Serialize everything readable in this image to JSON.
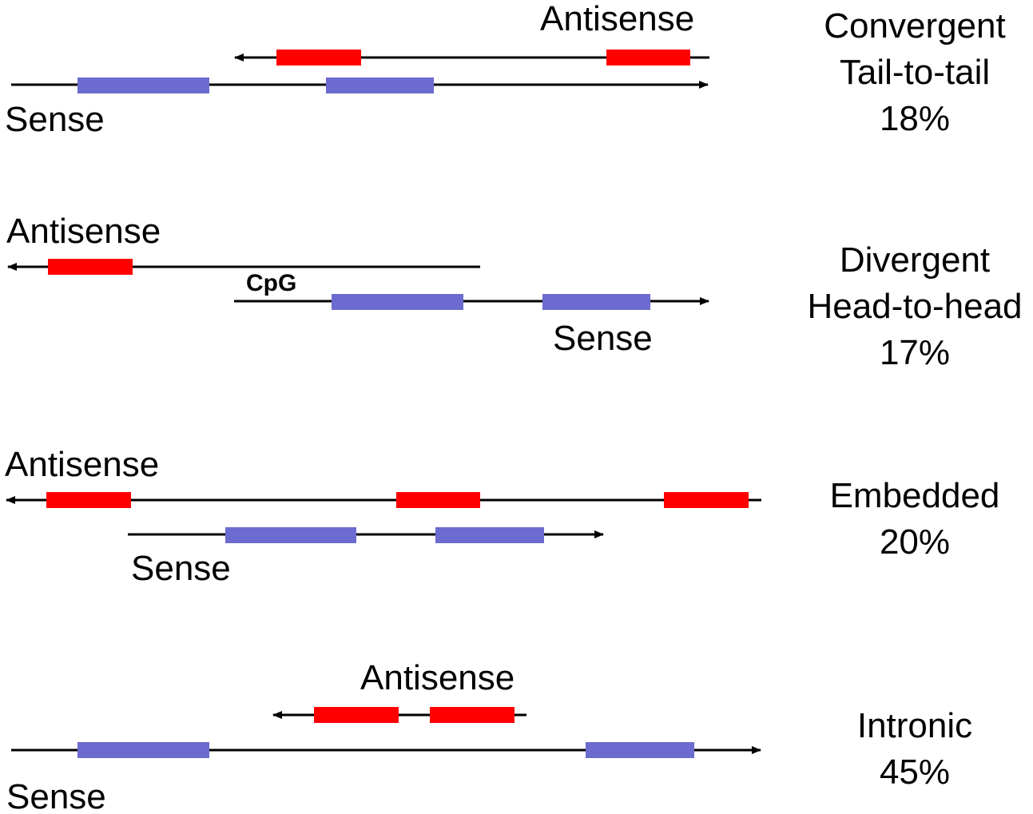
{
  "colors": {
    "sense_exon": "#6b6bd0",
    "antisense_exon": "#ff0000",
    "line": "#000000"
  },
  "panels": [
    {
      "id": "convergent",
      "category": "Convergent",
      "subtitle": "Tail-to-tail",
      "percent": "18%",
      "antisense_label": "Antisense",
      "sense_label": "Sense"
    },
    {
      "id": "divergent",
      "category": "Divergent",
      "subtitle": "Head-to-head",
      "percent": "17%",
      "antisense_label": "Antisense",
      "sense_label": "Sense",
      "region_label": "CpG"
    },
    {
      "id": "embedded",
      "category": "Embedded",
      "percent": "20%",
      "antisense_label": "Antisense",
      "sense_label": "Sense"
    },
    {
      "id": "intronic",
      "category": "Intronic",
      "percent": "45%",
      "antisense_label": "Antisense",
      "sense_label": "Sense"
    }
  ]
}
